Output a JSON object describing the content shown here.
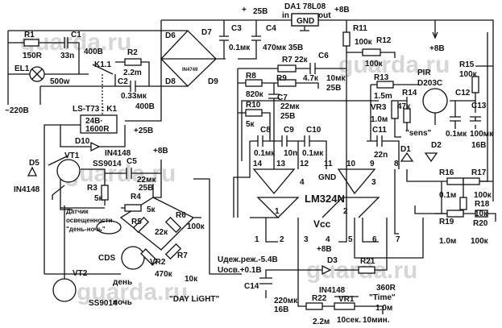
{
  "watermark": "guarda.ru",
  "l": {
    "R1": "R1",
    "R1v": "150R",
    "C1": "C1",
    "C1v": "33n",
    "C1u": "400B",
    "EL1": "EL1",
    "EL1v": "500w",
    "K11": "K1.1",
    "R2": "R2",
    "R2v": "2.2m",
    "C2": "C2",
    "C2v": "0.33мк",
    "C2u": "400B",
    "mains": "~220B",
    "relay": "LS-T73 : K1",
    "relay1": "24B·",
    "relay2": "1600R",
    "p25": "+25B",
    "D6": "D6",
    "D7": "D7",
    "D8": "D8",
    "D9": "D9",
    "Dz": "IN4749",
    "C3": "C3",
    "C3v": "0.1мк",
    "C4": "C4",
    "C4v": "470мк 35B",
    "plus": "+",
    "v25": "25B",
    "DA1": "DA1 78L08",
    "in": "in",
    "out": "out",
    "gnd": "GND",
    "p8a": "+8B",
    "R11": "R11",
    "R11v": "100к",
    "R12": "R12",
    "R12v": "100к",
    "p8b": "+8B",
    "R15": "R15",
    "R15v": "100к",
    "PIR": "PIR",
    "PIRv": "D203C",
    "C12": "C12",
    "C13": "C13",
    "C12v": "0.1мк",
    "C13v": "100мк",
    "C13u": "16B",
    "R14": "R14",
    "R14v": "47к",
    "R13": "R13",
    "R13v": "1.5m",
    "VR3": "VR3",
    "VR3v": "1.0м",
    "C11": "C11",
    "C11v": "22n",
    "sens": "\"sens\"",
    "D1": "D1",
    "D2": "D2",
    "R7a": "R7 22к",
    "C6": "C6",
    "C6v": "10мк",
    "C6u": "25B",
    "R9": "R9",
    "R9v": "4.7к",
    "R8": "R8",
    "R8v": "820к",
    "C7": "C7",
    "C7v": "22мк",
    "C7u": "25B",
    "R10": "R10",
    "R10v": "5к",
    "C8": "C8",
    "C8v": "0.1мк",
    "C9": "C9",
    "C9v": "10n",
    "C10": "C10",
    "C10v": "0.1мк",
    "p14": "14",
    "p13": "13",
    "p12": "12",
    "p11": "11",
    "p10": "10",
    "p9": "9",
    "p8": "8",
    "gnd2": "GND",
    "u4": "4",
    "u3": "3",
    "ic": "LM324N",
    "p1": "1",
    "p2": "2",
    "p3": "3",
    "p4": "4",
    "p5": "5",
    "p6": "6",
    "p7": "7",
    "u1": "1",
    "u2": "2",
    "vcc": "Vcc",
    "p8c": "+8B",
    "R16": "R16",
    "R16v": "0.1м",
    "R17": "R17",
    "R17v": "100к",
    "R18": "R18",
    "R18v": "10к",
    "R19": "R19",
    "R19v": "1.0м",
    "R20": "R20",
    "R20v": "100к",
    "D3": "D3",
    "D3v": "IN4148",
    "R21": "R21",
    "R21v": "360R",
    "C14": "C14",
    "C14v": "220мк",
    "C14u": "16B",
    "R22": "R22",
    "R22v": "2.2м",
    "VR1": "VR1",
    "time": "\"Time\"",
    "VR1v": "1.0м",
    "t1": "10сек.",
    "t2": "10мин.",
    "ud": "Uдеж.реж.-5.4B",
    "uo": "Uосв.+0.1B",
    "D5": "D5",
    "D5v": "IN4148",
    "D10": "D10",
    "D10v": "IN4148",
    "VT1": "VT1",
    "VT1v": "SS9014",
    "C5": "C5",
    "C5v": "22мк",
    "C5u": "25B",
    "R3": "R3",
    "R3v": "5к",
    "R4": "R4",
    "R4v": "5к",
    "p8d": "+8B",
    "R5": "R5",
    "R5v": "22к",
    "R6": "R6",
    "R6v": "100к",
    "s1": "Датчик",
    "s2": "освещенности",
    "s3": "\"день-ночь\"",
    "CDS": "CDS",
    "VR2": "VR2",
    "VR2v": "470к",
    "R7": "R7",
    "R7v": "10к",
    "VT2": "VT2",
    "VT2v": "SS9014",
    "day": "день",
    "night": "ночь",
    "dl": "\"DAY LiGHT\""
  }
}
